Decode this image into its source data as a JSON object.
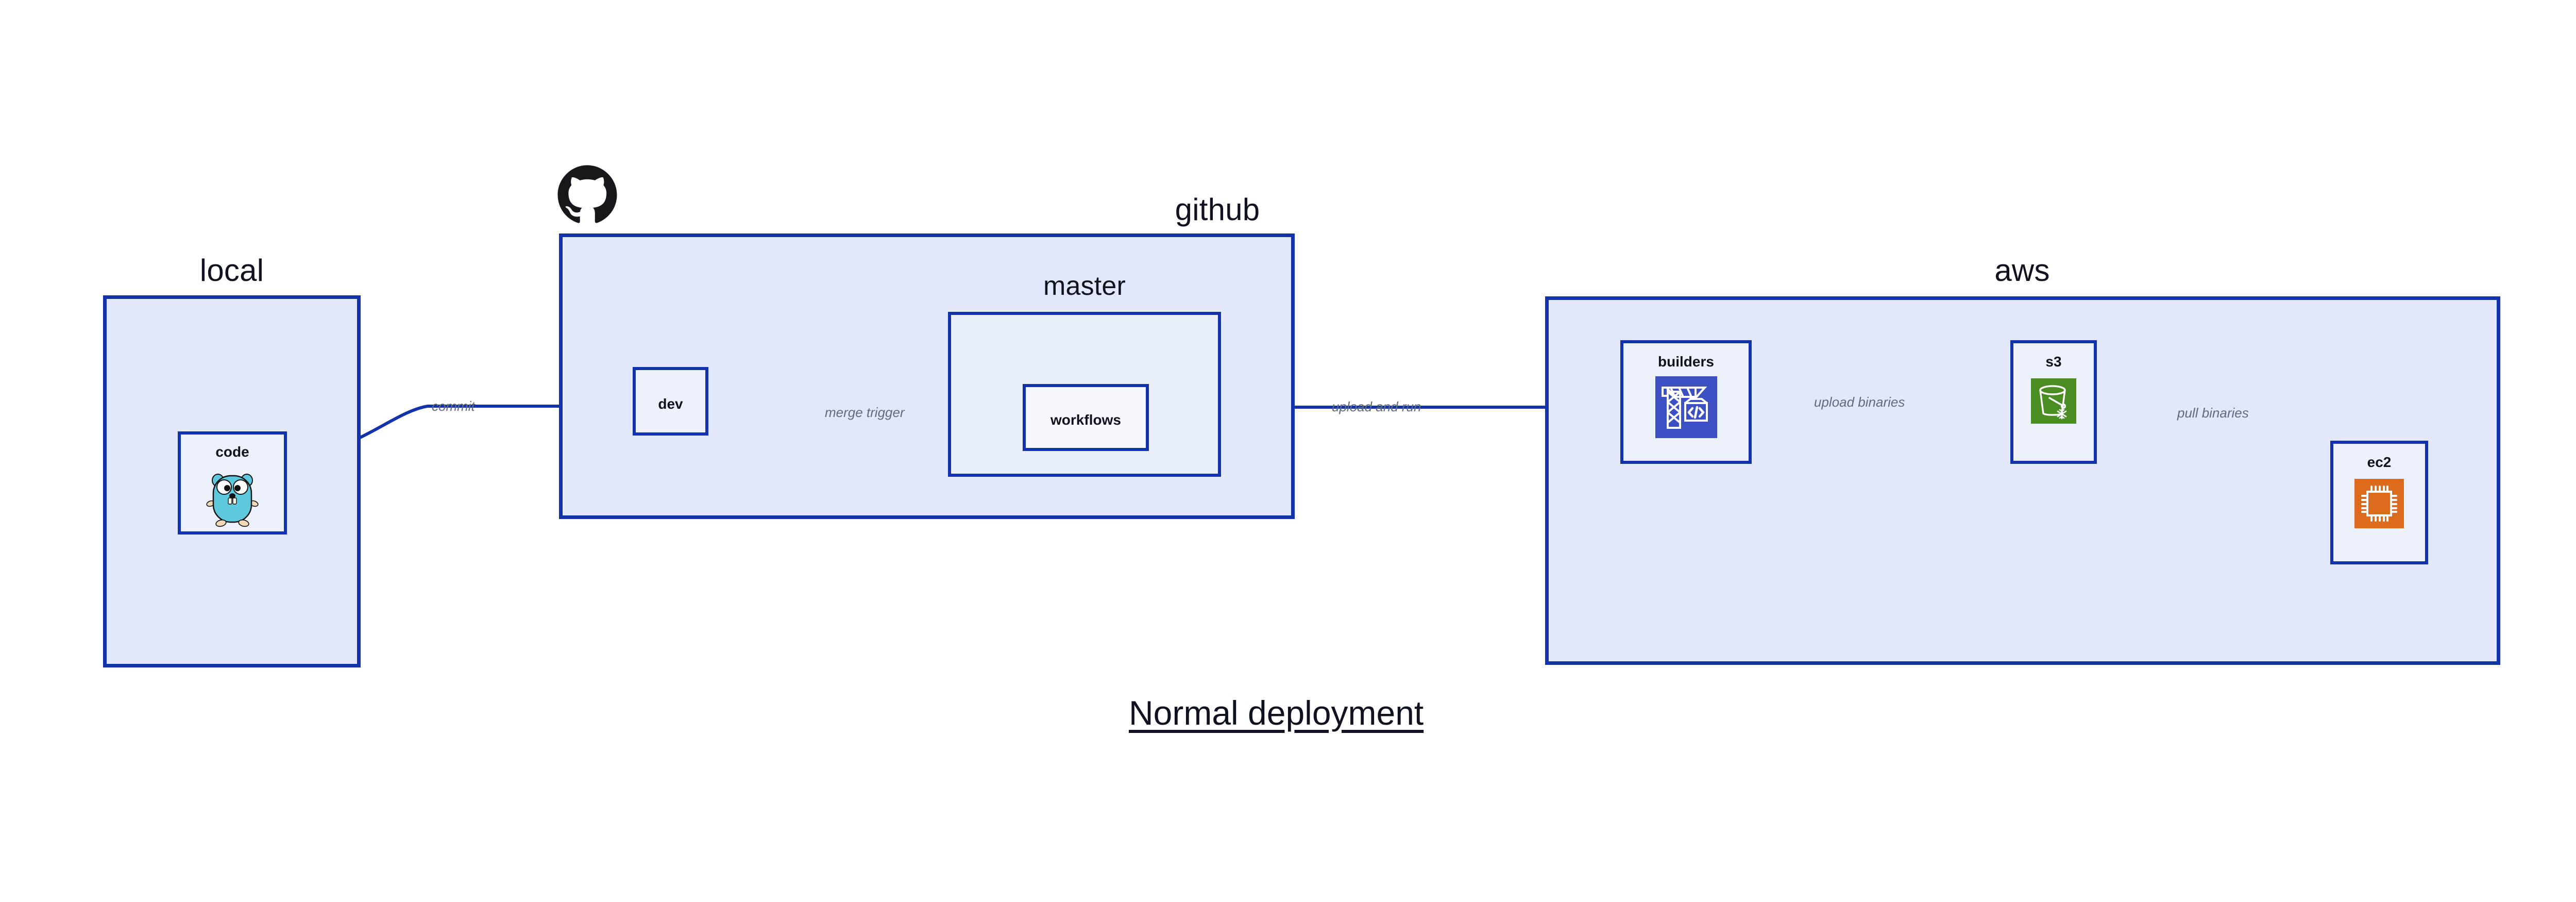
{
  "diagram": {
    "title": "Normal deployment",
    "colors": {
      "group_border": "#1333ad",
      "group_fill": "#e2e8fa",
      "node_fill": "#edf1fc",
      "edge_stroke": "#1333ad",
      "edge_label_text": "#606b7d",
      "builders_icon_bg": "#3c4fc4",
      "s3_icon_bg": "#4a8d23",
      "ec2_icon_bg": "#dd6b1e",
      "gopher_body": "#5ec9dd",
      "github_logo": "#16181c"
    }
  },
  "groups": [
    {
      "id": "local",
      "title": "local"
    },
    {
      "id": "github",
      "title": "github"
    },
    {
      "id": "aws",
      "title": "aws"
    }
  ],
  "subgroups": [
    {
      "id": "master",
      "title": "master",
      "parent": "github"
    }
  ],
  "nodes": [
    {
      "id": "code",
      "label": "code",
      "icon": "go-gopher-icon",
      "parent": "local"
    },
    {
      "id": "dev",
      "label": "dev",
      "icon": null,
      "parent": "github"
    },
    {
      "id": "workflows",
      "label": "workflows",
      "icon": null,
      "parent": "master"
    },
    {
      "id": "builders",
      "label": "builders",
      "icon": "crane-code-icon",
      "parent": "aws"
    },
    {
      "id": "s3",
      "label": "s3",
      "icon": "s3-bucket-icon",
      "parent": "aws"
    },
    {
      "id": "ec2",
      "label": "ec2",
      "icon": "cpu-chip-icon",
      "parent": "aws"
    }
  ],
  "edges": [
    {
      "id": "commit",
      "label": "commit",
      "from": "code",
      "to": "dev"
    },
    {
      "id": "merge-trigger",
      "label": "merge trigger",
      "from": "dev",
      "to": "workflows"
    },
    {
      "id": "upload-and-run",
      "label": "upload and run",
      "from": "workflows",
      "to": "builders"
    },
    {
      "id": "upload-binaries",
      "label": "upload binaries",
      "from": "builders",
      "to": "s3"
    },
    {
      "id": "pull-binaries",
      "label": "pull binaries",
      "from": "s3",
      "to": "ec2"
    }
  ],
  "logos": [
    {
      "id": "github-logo",
      "name": "github-octocat-logo"
    }
  ]
}
